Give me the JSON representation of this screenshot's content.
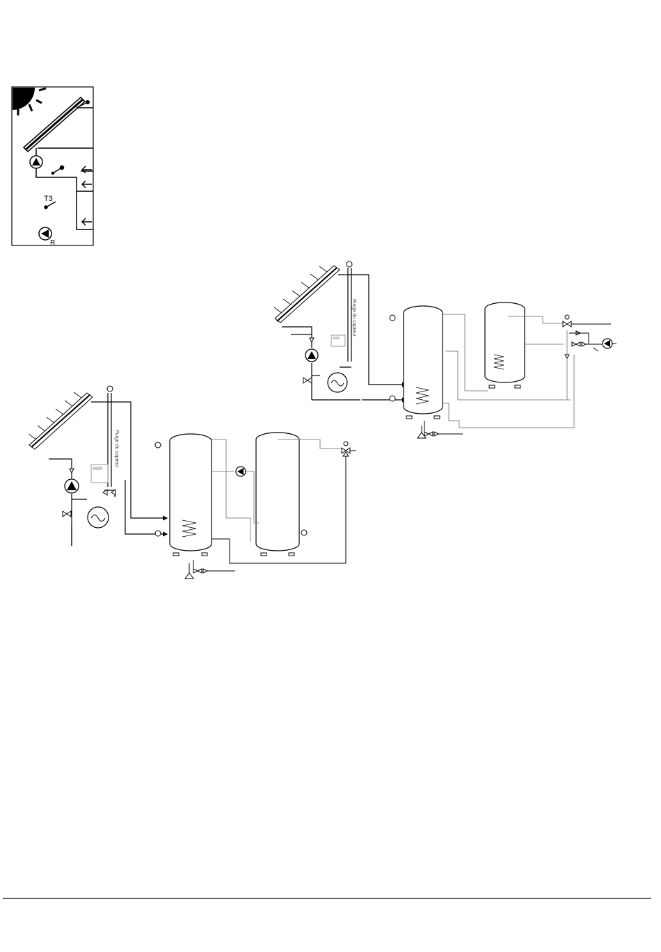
{
  "icon_box": {
    "sensor_label": "T3",
    "pump_label": "R"
  },
  "diagram_top": {
    "purge_label": "Purge du capteur"
  },
  "diagram_bottom": {
    "purge_label": "Purge du capteur"
  },
  "colors": {
    "line": "#000000",
    "thin_line": "#666666"
  }
}
